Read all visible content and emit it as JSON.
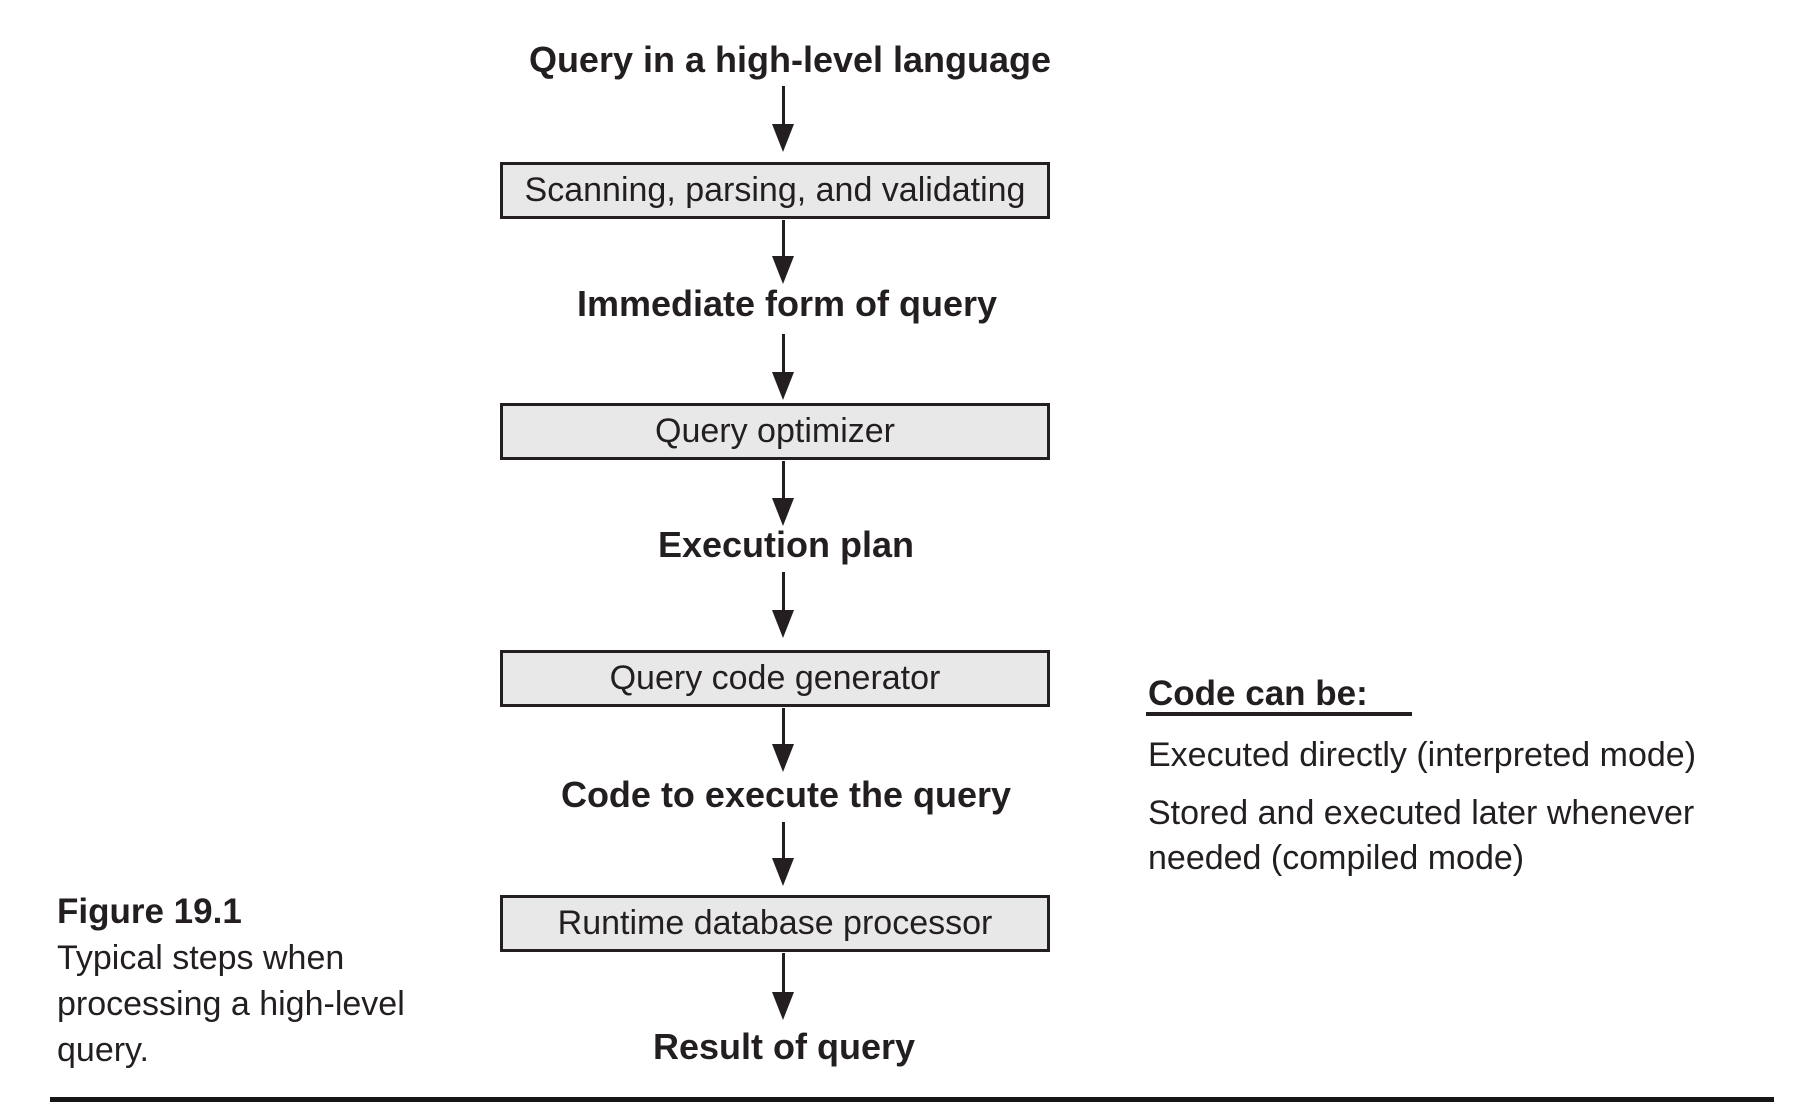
{
  "figure": {
    "title": "Query in a high-level language",
    "boxes": [
      "Scanning, parsing, and validating",
      "Query optimizer",
      "Query code generator",
      "Runtime database processor"
    ],
    "stage_labels": [
      "Immediate form of query",
      "Execution plan",
      "Code to execute the query",
      "Result of query"
    ],
    "side_note": {
      "heading": "Code can be:",
      "lines": [
        "Executed directly (interpreted mode)",
        "Stored and executed later whenever",
        "needed (compiled mode)"
      ]
    },
    "caption": {
      "label": "Figure 19.1",
      "lines": [
        "Typical steps when",
        "processing a high-level",
        "query."
      ]
    },
    "colors": {
      "ink": "#231f20",
      "box_fill": "#e8e8e8",
      "box_border": "#231f20",
      "rule": "#161616"
    }
  }
}
